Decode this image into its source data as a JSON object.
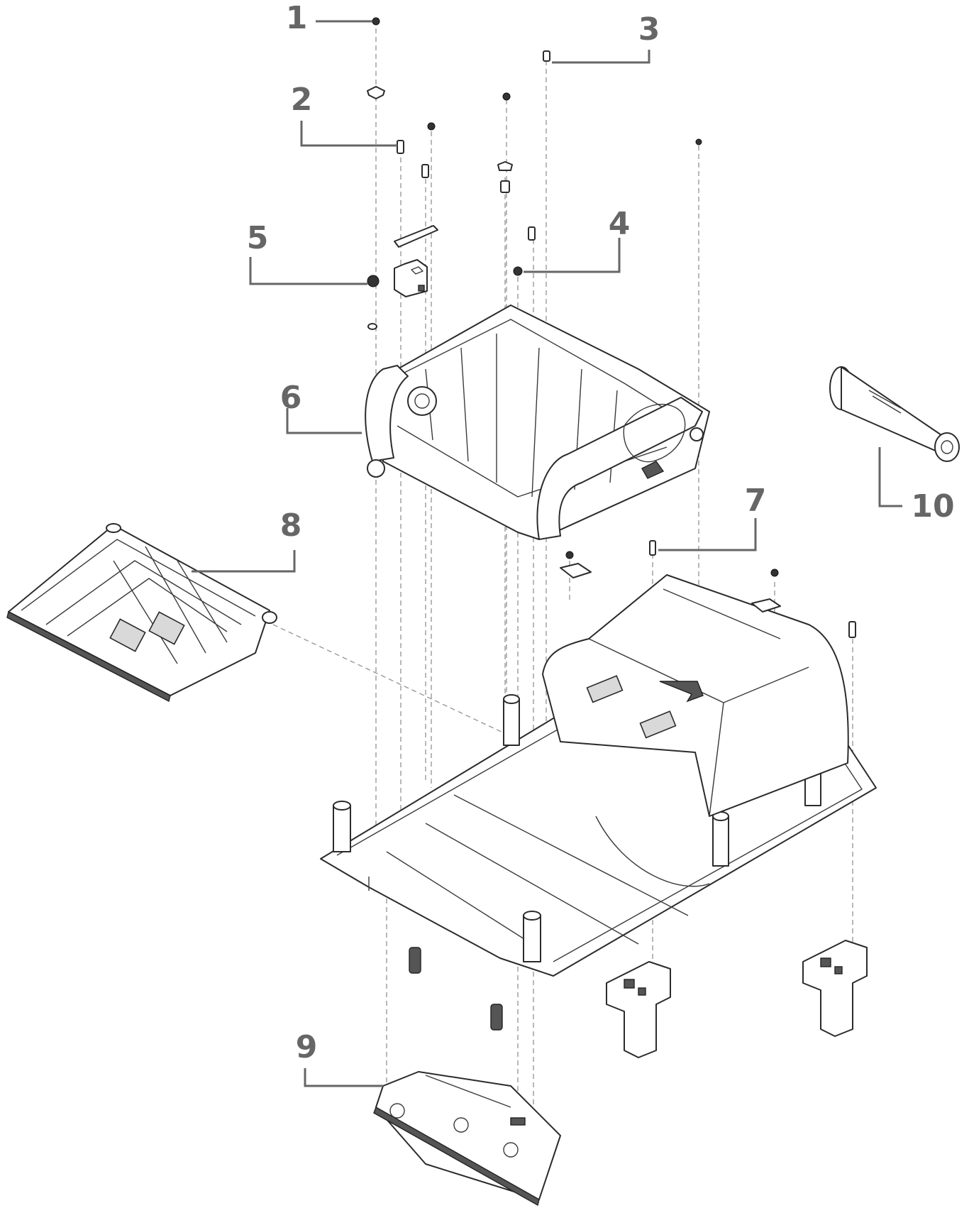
{
  "callouts": [
    {
      "id": "callout-1",
      "label": "1"
    },
    {
      "id": "callout-2",
      "label": "2"
    },
    {
      "id": "callout-3",
      "label": "3"
    },
    {
      "id": "callout-4",
      "label": "4"
    },
    {
      "id": "callout-5",
      "label": "5"
    },
    {
      "id": "callout-6",
      "label": "6"
    },
    {
      "id": "callout-7",
      "label": "7"
    },
    {
      "id": "callout-8",
      "label": "8"
    },
    {
      "id": "callout-9",
      "label": "9"
    },
    {
      "id": "callout-10",
      "label": "10"
    }
  ],
  "colors": {
    "callout_text": "#666666",
    "line_art": "#2b2b2b",
    "background": "#ffffff"
  }
}
